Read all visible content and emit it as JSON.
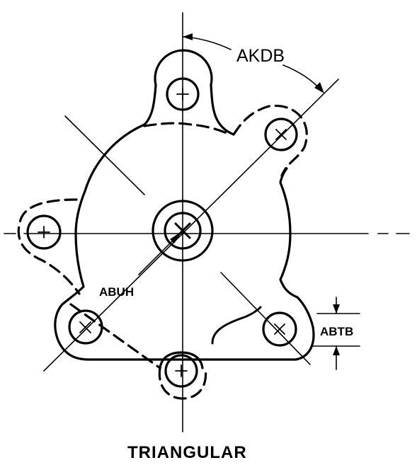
{
  "labels": {
    "angle_dim": "AKDB",
    "radius_dim": "ABUH",
    "offset_dim": "ABTB",
    "caption": "TRIANGULAR"
  },
  "colors": {
    "ink": "#000000",
    "paper": "#ffffff"
  }
}
